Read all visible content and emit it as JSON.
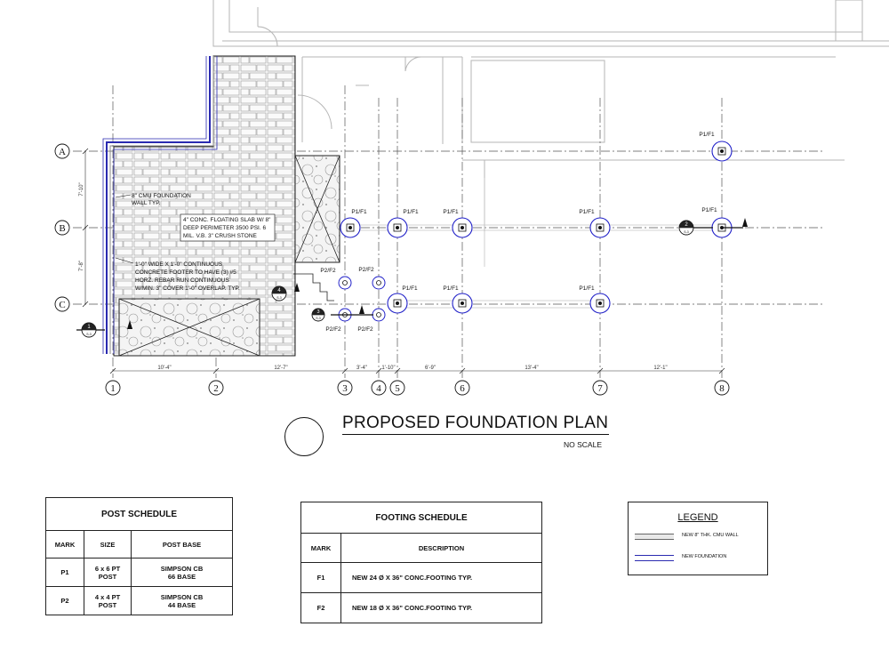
{
  "grid": {
    "rows": [
      "A",
      "B",
      "C"
    ],
    "columns": [
      "1",
      "2",
      "3",
      "4",
      "5",
      "6",
      "7",
      "8"
    ]
  },
  "dimensions": {
    "horizontal": [
      "10'-4\"",
      "12'-7\"",
      "3'-4\"",
      "1'-10\"",
      "6'-9\"",
      "13'-4\"",
      "12'-1\""
    ],
    "vertical": [
      "7'-10\"",
      "7'-8\""
    ]
  },
  "notes": {
    "cmu_wall": [
      "8\" CMU FOUNDATION",
      "WALL TYP."
    ],
    "slab": [
      "4\" CONC. FLOATING SLAB W/ 8\"",
      "DEEP PERIMETER 3500 PSI. 6",
      "MIL. V.B. 3\" CRUSH STONE"
    ],
    "footer": [
      "1'-0\" WIDE X 1'-0\" CONTINUOUS",
      "CONCRETE FOOTER TO HAVE (3) #5",
      "HORZ. REBAR RUN CONTINUOUS",
      "W/MIN. 3\" COVER 1'-0\" OVERLAP. TYP."
    ]
  },
  "marks": {
    "p1f1": "P1/F1",
    "p2f2": "P2/F2"
  },
  "section_tags": {
    "tag4": "4",
    "tag2": "2",
    "tag3": "3",
    "tag1": "1",
    "sheet": "S-3"
  },
  "title": {
    "main": "PROPOSED FOUNDATION PLAN",
    "sub": "NO SCALE"
  },
  "post_schedule": {
    "title": "POST SCHEDULE",
    "headers": [
      "MARK",
      "SIZE",
      "POST BASE"
    ],
    "rows": [
      {
        "mark": "P1",
        "size": [
          "6 x 6 PT",
          "POST"
        ],
        "base": [
          "SIMPSON CB",
          "66 BASE"
        ]
      },
      {
        "mark": "P2",
        "size": [
          "4 x 4 PT",
          "POST"
        ],
        "base": [
          "SIMPSON CB",
          "44 BASE"
        ]
      }
    ]
  },
  "footing_schedule": {
    "title": "FOOTING SCHEDULE",
    "headers": [
      "MARK",
      "DESCRIPTION"
    ],
    "rows": [
      {
        "mark": "F1",
        "desc": "NEW 24 Ø  X 36\" CONC.FOOTING TYP."
      },
      {
        "mark": "F2",
        "desc": "NEW 18 Ø  X 36\" CONC.FOOTING TYP."
      }
    ]
  },
  "legend": {
    "title": "LEGEND",
    "items": [
      {
        "label": "NEW 8\" THK. CMU WALL",
        "color": "#888888"
      },
      {
        "label": "NEW FOUNDATION",
        "color": "#2a2ab0"
      }
    ]
  },
  "colors": {
    "foundation_blue": "#2a2ab0",
    "footing_circle": "#2020c8",
    "existing_gray": "#b5b5b5"
  }
}
